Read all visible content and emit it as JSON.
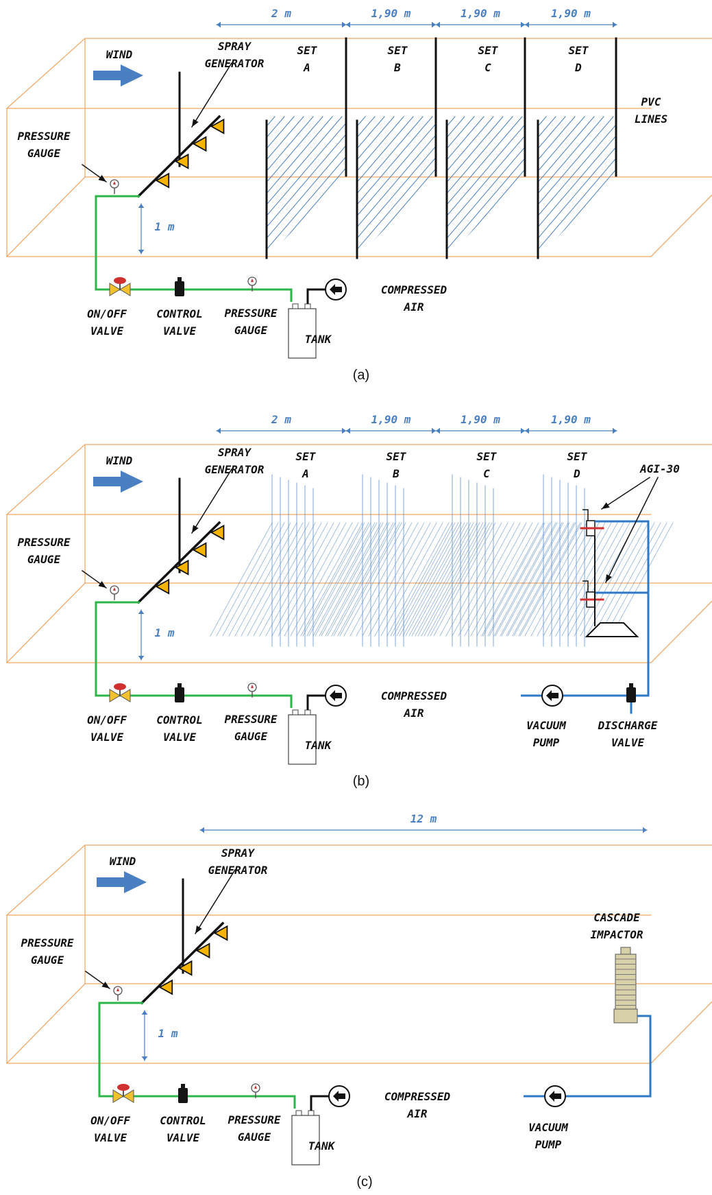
{
  "diagrams": [
    {
      "caption": "(a)",
      "wind": "WIND",
      "spray_label": [
        "SPRAY",
        "GENERATOR"
      ],
      "pressure_gauge_label": [
        "PRESSURE",
        "GAUGE"
      ],
      "height_label": "1 m",
      "onoff_label": [
        "ON/OFF",
        "VALVE"
      ],
      "control_label": [
        "CONTROL",
        "VALVE"
      ],
      "pressure_gauge2_label": [
        "PRESSURE",
        "GAUGE"
      ],
      "tank_label": "TANK",
      "compressed_label": [
        "COMPRESSED",
        "AIR"
      ],
      "distances": [
        "2 m",
        "1,90 m",
        "1,90 m",
        "1,90 m"
      ],
      "sets": [
        [
          "SET",
          "A"
        ],
        [
          "SET",
          "B"
        ],
        [
          "SET",
          "C"
        ],
        [
          "SET",
          "D"
        ]
      ],
      "pvc_label": [
        "PVC",
        "LINES"
      ]
    },
    {
      "caption": "(b)",
      "wind": "WIND",
      "spray_label": [
        "SPRAY",
        "GENERATOR"
      ],
      "pressure_gauge_label": [
        "PRESSURE",
        "GAUGE"
      ],
      "height_label": "1 m",
      "onoff_label": [
        "ON/OFF",
        "VALVE"
      ],
      "control_label": [
        "CONTROL",
        "VALVE"
      ],
      "pressure_gauge2_label": [
        "PRESSURE",
        "GAUGE"
      ],
      "tank_label": "TANK",
      "compressed_label": [
        "COMPRESSED",
        "AIR"
      ],
      "distances": [
        "2 m",
        "1,90 m",
        "1,90 m",
        "1,90 m"
      ],
      "sets": [
        [
          "SET",
          "A"
        ],
        [
          "SET",
          "B"
        ],
        [
          "SET",
          "C"
        ],
        [
          "SET",
          "D"
        ]
      ],
      "agi_label": "AGI-30",
      "vacuum_label": [
        "VACUUM",
        "PUMP"
      ],
      "discharge_label": [
        "DISCHARGE",
        "VALVE"
      ]
    },
    {
      "caption": "(c)",
      "wind": "WIND",
      "spray_label": [
        "SPRAY",
        "GENERATOR"
      ],
      "pressure_gauge_label": [
        "PRESSURE",
        "GAUGE"
      ],
      "height_label": "1 m",
      "onoff_label": [
        "ON/OFF",
        "VALVE"
      ],
      "control_label": [
        "CONTROL",
        "VALVE"
      ],
      "pressure_gauge2_label": [
        "PRESSURE",
        "GAUGE"
      ],
      "tank_label": "TANK",
      "compressed_label": [
        "COMPRESSED",
        "AIR"
      ],
      "distance": "12 m",
      "cascade_label": [
        "CASCADE",
        "IMPACTOR"
      ],
      "vacuum_label": [
        "VACUUM",
        "PUMP"
      ]
    }
  ],
  "colors": {
    "tunnel": "#f0a868",
    "wind_arrow": "#4a7fc1",
    "dimension": "#4a7fc1",
    "green_pipe": "#2db54a",
    "blue_pipe": "#2f78c4",
    "nozzle": "#f4b400",
    "valve_yellow": "#f2c12e",
    "valve_red": "#d03030",
    "impactor": "#d8d0a8"
  }
}
